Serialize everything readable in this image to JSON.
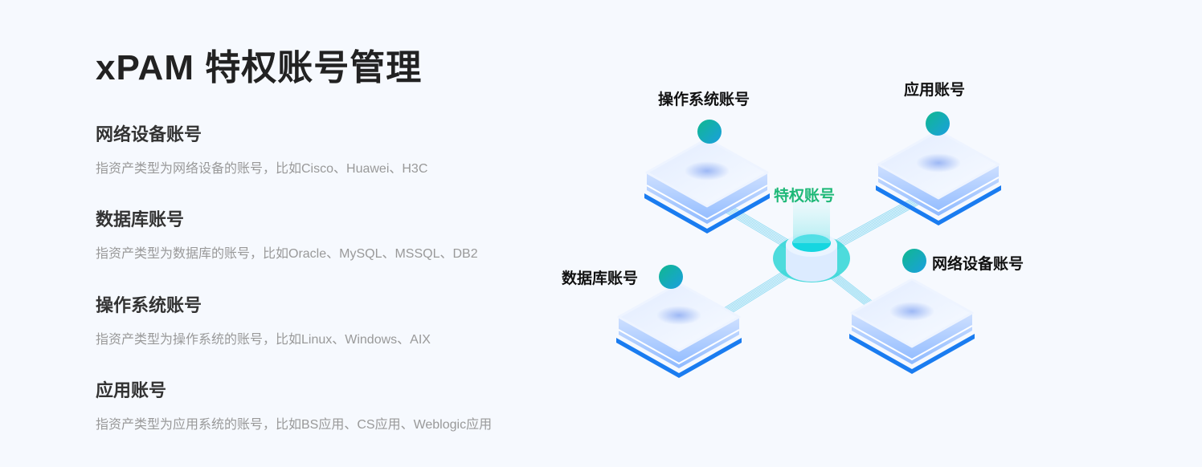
{
  "title": "xPAM 特权账号管理",
  "items": [
    {
      "heading": "网络设备账号",
      "desc": "指资产类型为网络设备的账号，比如Cisco、Huawei、H3C"
    },
    {
      "heading": "数据库账号",
      "desc": "指资产类型为数据库的账号，比如Oracle、MySQL、MSSQL、DB2"
    },
    {
      "heading": "操作系统账号",
      "desc": "指资产类型为操作系统的账号，比如Linux、Windows、AIX"
    },
    {
      "heading": "应用账号",
      "desc": "指资产类型为应用系统的账号，比如BS应用、CS应用、Weblogic应用"
    }
  ],
  "diagram": {
    "center": "特权账号",
    "nodes": [
      "操作系统账号",
      "应用账号",
      "数据库账号",
      "网络设备账号"
    ]
  },
  "colors": {
    "accent": "#1db877",
    "dot": "#14b3a8",
    "block": "#e6efff"
  }
}
